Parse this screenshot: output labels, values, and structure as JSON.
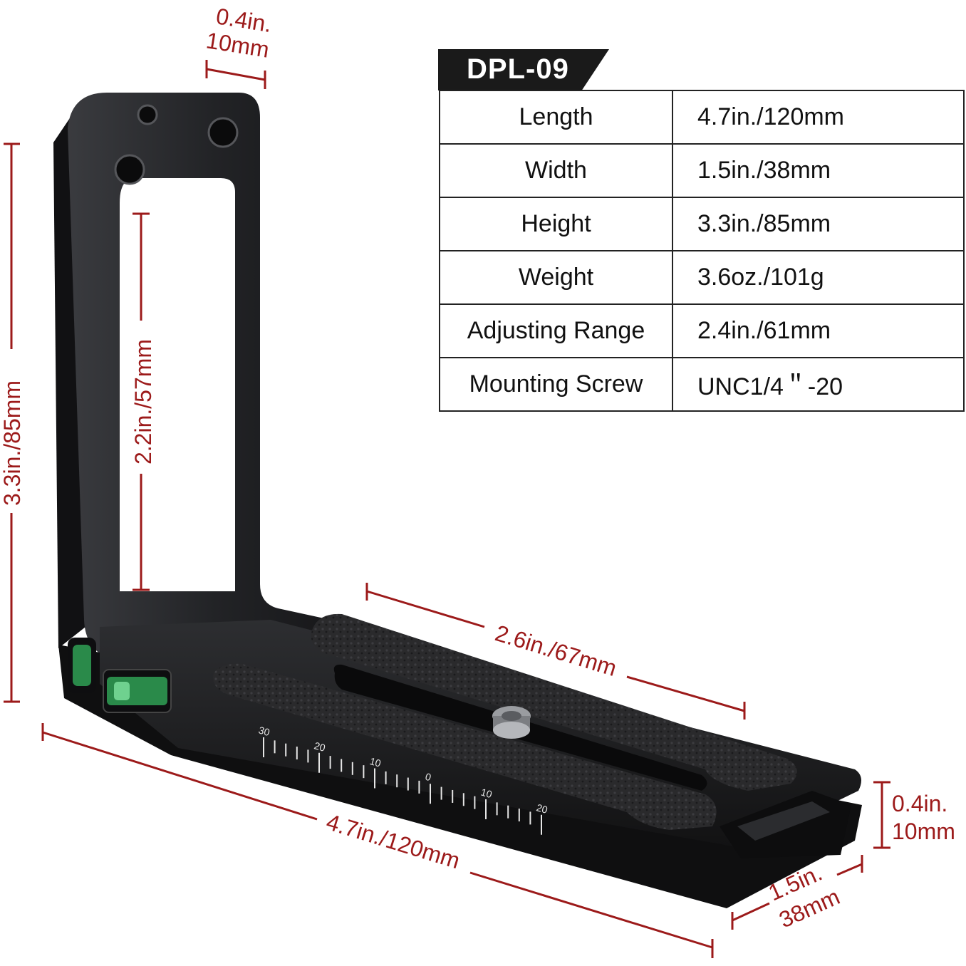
{
  "model": "DPL-09",
  "specs": [
    {
      "label": "Length",
      "value": "4.7in./120mm"
    },
    {
      "label": "Width",
      "value": "1.5in./38mm"
    },
    {
      "label": "Height",
      "value": "3.3in./85mm"
    },
    {
      "label": "Weight",
      "value": "3.6oz./101g"
    },
    {
      "label": "Adjusting Range",
      "value": "2.4in./61mm"
    },
    {
      "label": "Mounting Screw",
      "value": "UNC1/4＂-20"
    }
  ],
  "dimensions": {
    "top_width_in": "0.4in.",
    "top_width_mm": "10mm",
    "total_height": "3.3in./85mm",
    "inner_height": "2.2in./57mm",
    "adjust_range": "2.6in./67mm",
    "length": "4.7in./120mm",
    "thickness_in": "0.4in.",
    "thickness_mm": "10mm",
    "width_in": "1.5in.",
    "width_mm": "38mm"
  },
  "scale": {
    "labels": [
      "30",
      "20",
      "10",
      "0",
      "10",
      "20"
    ]
  },
  "colors": {
    "dimension": "#9c1a1a",
    "plate": "#1c1c1e",
    "level_vial": "#2a8a4a"
  }
}
